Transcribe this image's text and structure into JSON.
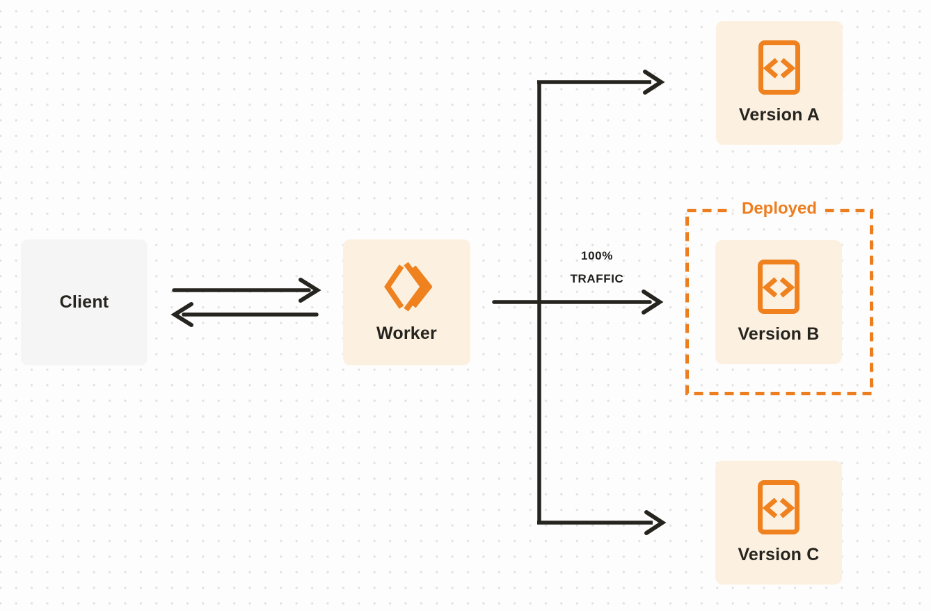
{
  "nodes": {
    "client": {
      "label": "Client"
    },
    "worker": {
      "label": "Worker"
    },
    "version_a": {
      "label": "Version A"
    },
    "version_b": {
      "label": "Version B"
    },
    "version_c": {
      "label": "Version C"
    }
  },
  "deployed_group": {
    "label": "Deployed"
  },
  "edge_labels": {
    "traffic_line1": "100%",
    "traffic_line2": "TRAFFIC"
  },
  "icons": {
    "worker": "workers-logo-icon",
    "versions": "code-file-icon"
  },
  "colors": {
    "accent_orange": "#ef811f",
    "node_fill_orange": "#fcf1e1",
    "node_fill_gray": "#f5f5f6",
    "connector_dark": "#26241f",
    "background": "#fdfdfd",
    "dot_grid": "#e2e2e2"
  }
}
